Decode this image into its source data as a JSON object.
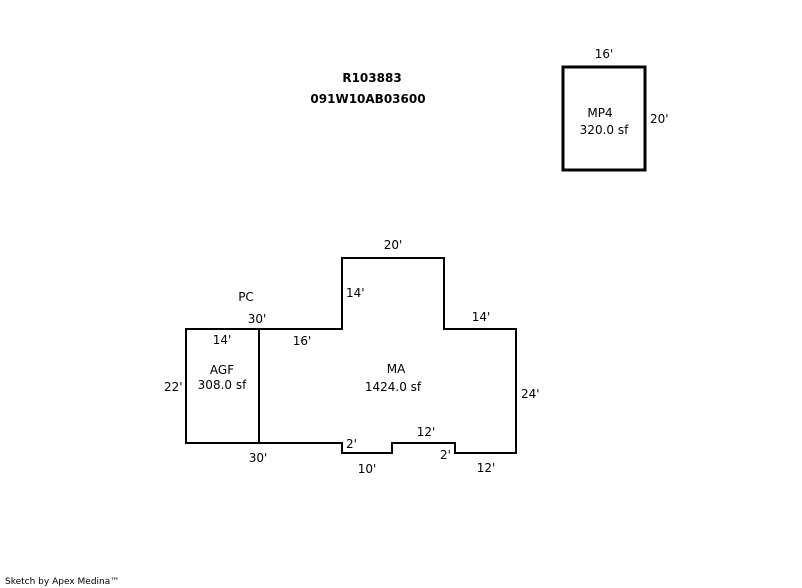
{
  "header": {
    "parcel_id": "R103883",
    "map_number": "091W10AB03600"
  },
  "areas": {
    "mp4": {
      "code": "MP4",
      "area": "320.0 sf",
      "dim_top": "16'",
      "dim_right": "20'"
    },
    "agf": {
      "code": "AGF",
      "area": "308.0 sf",
      "dim_top": "14'",
      "dim_left": "22'"
    },
    "ma": {
      "code": "MA",
      "area": "1424.0 sf"
    },
    "pc": {
      "code": "PC"
    }
  },
  "dimensions": {
    "top_30": "30'",
    "bottom_30": "30'",
    "seg_16": "16'",
    "up_14": "14'",
    "top_20": "20'",
    "right_14": "14'",
    "right_24": "24'",
    "bottom_12_right": "12'",
    "notch_2_right": "2'",
    "notch_12": "12'",
    "bottom_10": "10'",
    "notch_2_left": "2'"
  },
  "footer": {
    "credit": "Sketch by Apex Medina™"
  },
  "colors": {
    "line": "#000000",
    "background": "#ffffff"
  }
}
